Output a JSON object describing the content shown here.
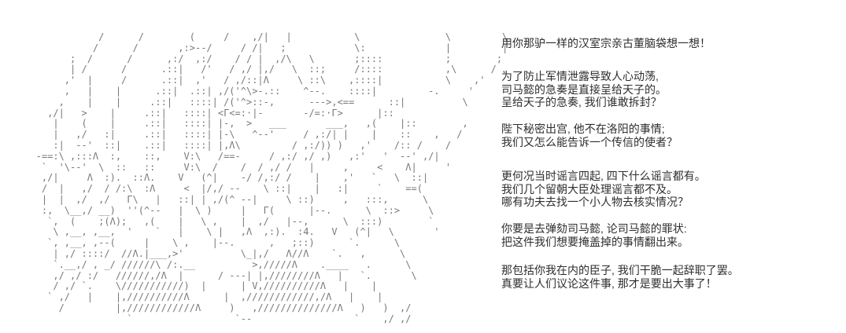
{
  "page": {
    "background_color": "#ffffff",
    "aa_color": "#787878",
    "text_color": "#2e2e2e"
  },
  "aa_art": {
    "lines": [
      "              /      /        (     /    ,/|   |           \\               \\         \\",
      "             /      /       ,:>--/     / /|   ;            \\:              |         |",
      "         ;  /      /      ,:/  ,:/    / / |  ,/\\   \\       ;::::           ;        ;",
      "         | /      /      .::|   /'   / ,/ |,/   \\  ::;     /::::           ,\\      /",
      "        ,'  |     /      .::|  ,'   / ,/::|Λ     \\ ::\\    ,::::|           \\    ,'",
      "        ,   |    |      .::|  .::| ,/('^\\>-.::    ^--.    ::::|         -.     '",
      "       ,    |    |     .::|   ::::| /('^>::-,      --->,<==      ::|          \\",
      "     ,/|   >    |     .::|   ::::| <Γ<=:·|-       -/=:·Γ>      |::",
      "      |    (    |     .::|   ::::| |-,  >   ___       ___,   ,(    |::        ,",
      "      |   ,/   :|     .::|   ::::| |-\\   ^--'     / ,:/| |    |    ::    ,   /",
      "      :|  --'  ::|    .::|   ::::| |,Λ\\         / ,:/)) )   ,'    /:: /    /",
      "   -==:\\ ,:::Λ  :,    ::,    V:\\   /==-     / ,:/ ,/ ,)   ,:'   '  --' ,/|",
      "    `  '\\--'  \\  ::   ::     V:\\  /    /  / ,/ /   |     ,     <    Λ|     '",
      "    ,/|     Λ  :).  ::Λ.    V   (^|    -/ /,:/ /    |    ,'   `   \\  ::|",
      "    /  |   ,/  / /:\\  :Λ     <  |/,/ --    \\ ::|    |   :|     `    ==(",
      "    |  |  ,/  ,/   Γ\\   |   ::| | ,/(^ --|     \\ ::)     ,   :::,      \\",
      "    :,  \\__,/ __)  ''(^--   |  \\ )     |   Γ(      |--.      \\  ::>     \\",
      "     `,  (    ;(Λ);   ,(    |   \\ ,    |  ,/   |--,      \\  :::)        `",
      "      \\ ,__, ,__,  '    `   |    \\ |   ,Λ  ,:).  :4.   V   (^|   \\       '",
      "     `, ,__, ,--(     |    \\ ,    |--.      ,   ;::)      `.      \\",
      "      | ,/ ::::/  //Λ.|___,>'          \\_|,/   Λ//Λ    `.   ,      \\",
      "      `.__,/ , _/ //////\\ /:.__          >,/////Λ    .____   .      \\",
      "      ,/ ,/ :/   //////,/Λ  |      / ---| |,////////Λ   |   `.       \\",
      "      / ,/ `.    \\///////////)  |      | V,//////////Λ   |    |",
      "     ` ,/   |    |,//////////Λ      |  ,////////////,/Λ   |    |",
      "       /         |,////////////Λ     )   ,//////////////Λ   )   )  ,/",
      "                   `                  `--                  `    ,/ ,/"
    ]
  },
  "dialogue": {
    "groups": [
      {
        "lines": [
          "用你那驴一样的汉室宗亲古董脑袋想一想！"
        ]
      },
      {
        "lines": [
          "为了防止军情泄露导致人心动荡,",
          "司马懿的急奏是直接呈给天子的。",
          "呈给天子的急奏, 我们谁敢拆封？"
        ]
      },
      {
        "lines": [
          "陛下秘密出宫, 他不在洛阳的事情;",
          "我们又怎么能告诉一个传信的使者？"
        ]
      },
      {
        "lines": [
          "更何况当时谣言四起, 四下什么谣言都有。",
          "我们几个留朝大臣处理谣言都不及。",
          "哪有功夫去找一个小人物去核实情况？"
        ]
      },
      {
        "lines": [
          "你要是去弹劾司马懿, 论司马懿的罪状:",
          "把这件我们想要掩盖掉的事情翻出来。"
        ]
      },
      {
        "lines": [
          "那包括你我在内的臣子, 我们干脆一起辞职了罢。",
          "真要让人们议论这件事, 那才是要出大事了！"
        ]
      }
    ]
  }
}
